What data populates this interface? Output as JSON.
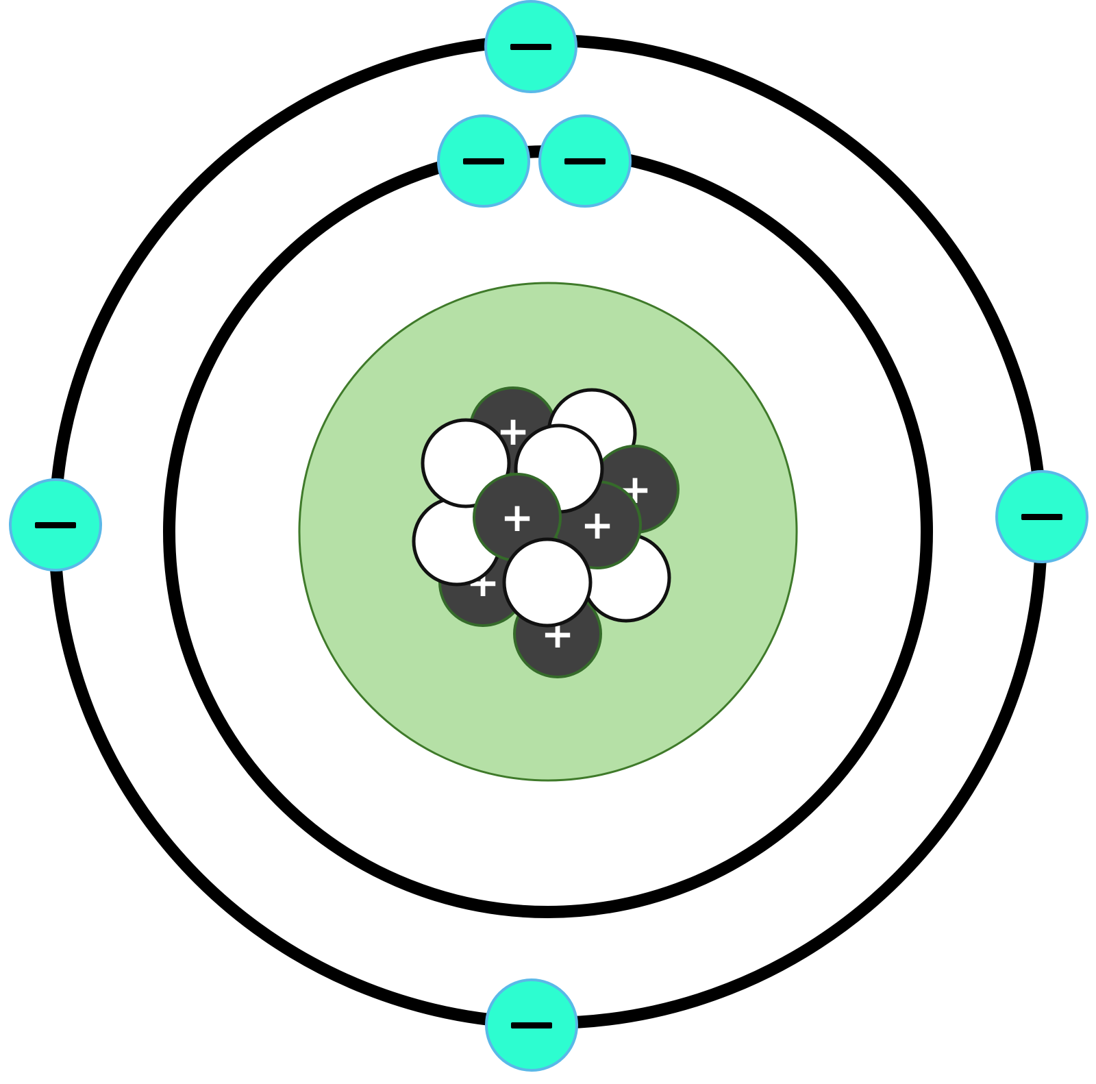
{
  "diagram": {
    "kind": "bohr-atom-model",
    "shells": [
      {
        "name": "inner-shell",
        "electron_count": 2
      },
      {
        "name": "outer-shell",
        "electron_count": 4
      }
    ],
    "nucleus": {
      "protons": 6,
      "neutrons": 6
    },
    "symbols": {
      "electron": "−",
      "proton": "+"
    },
    "colors": {
      "background": "#ffffff",
      "orbit_stroke": "#000000",
      "nucleus_fill": "#b5e0a6",
      "nucleus_stroke": "#3f7a2a",
      "electron_fill": "#2dfdd0",
      "electron_stroke": "#5ab8e8",
      "proton_fill": "#404040",
      "proton_stroke": "#356b2a",
      "neutron_fill": "#ffffff",
      "neutron_stroke": "#111111"
    }
  }
}
